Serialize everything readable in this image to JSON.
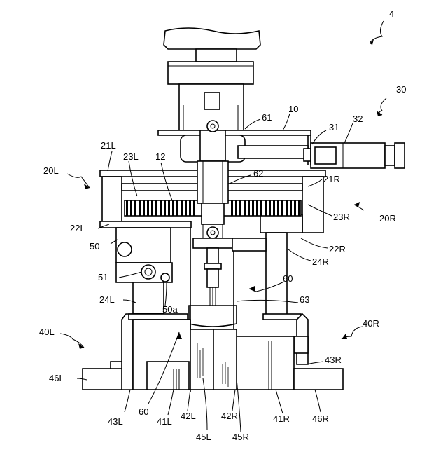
{
  "figure": {
    "figure_number": "4",
    "labels": {
      "l_10": "10",
      "l_12": "12",
      "l_20L": "20L",
      "l_20R": "20R",
      "l_21L": "21L",
      "l_21R": "21R",
      "l_22L": "22L",
      "l_22R": "22R",
      "l_23L": "23L",
      "l_23R": "23R",
      "l_24L": "24L",
      "l_24R": "24R",
      "l_30": "30",
      "l_31": "31",
      "l_32": "32",
      "l_40L": "40L",
      "l_40R": "40R",
      "l_41L": "41L",
      "l_41R": "41R",
      "l_42L": "42L",
      "l_42R": "42R",
      "l_43L": "43L",
      "l_43R": "43R",
      "l_45L": "45L",
      "l_45R": "45R",
      "l_46L": "46L",
      "l_46R": "46R",
      "l_50": "50",
      "l_50a": "50a",
      "l_51": "51",
      "l_60a": "60",
      "l_60b": "60",
      "l_61": "61",
      "l_62": "62",
      "l_63": "63"
    }
  }
}
